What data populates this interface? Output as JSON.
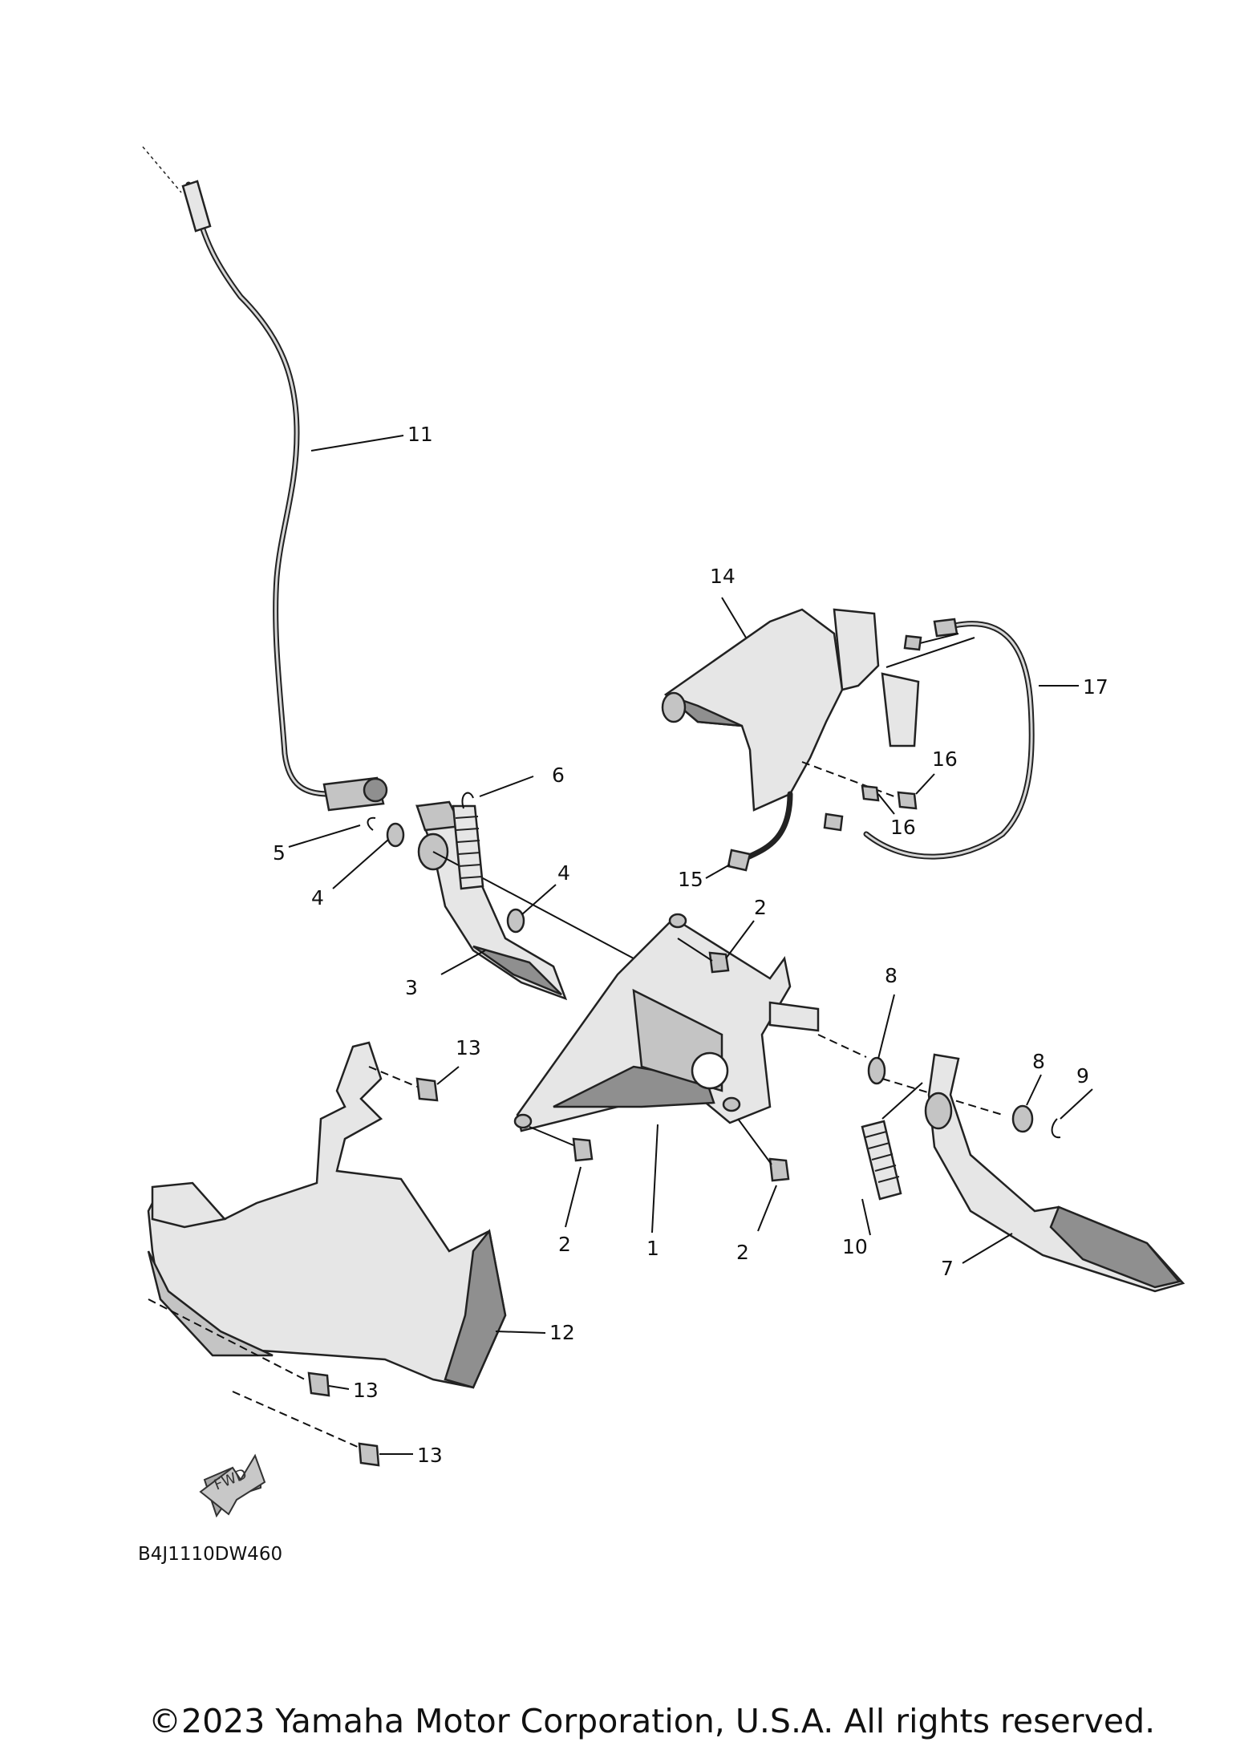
{
  "diagram": {
    "code": "B4J1110DW460",
    "fwd_label": "FWD",
    "copyright": "©2023 Yamaha Motor Corporation, U.S.A. All rights reserved.",
    "callouts": {
      "c1": "1",
      "c2a": "2",
      "c2b": "2",
      "c2c": "2",
      "c3": "3",
      "c4a": "4",
      "c4b": "4",
      "c5": "5",
      "c6": "6",
      "c7": "7",
      "c8a": "8",
      "c8b": "8",
      "c9": "9",
      "c10": "10",
      "c11": "11",
      "c12": "12",
      "c13a": "13",
      "c13b": "13",
      "c13c": "13",
      "c14": "14",
      "c15": "15",
      "c16a": "16",
      "c16b": "16",
      "c17": "17"
    }
  }
}
